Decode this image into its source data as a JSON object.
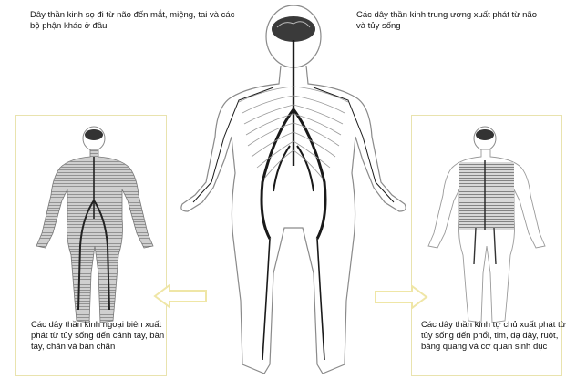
{
  "labels": {
    "cranial": "Dây thần kinh sọ đi từ não đến mắt, miệng, tai và các bộ phận khác ở đầu",
    "central": "Các dây thần kinh trung ương xuất phát từ não và tủy sống",
    "peripheral": "Các dây thần kinh ngoại biên xuất phát từ tủy sống đến cánh tay, bàn tay, chân và bàn chân",
    "autonomic": "Các dây thần kinh tự chủ xuất phát từ tủy sống đến phổi, tim, dạ dày, ruột, bàng quang và cơ quan sinh dục"
  },
  "colors": {
    "panel_border": "#e9e3ae",
    "arrow_outline": "#efe6a6",
    "nerve": "#1a1a1a",
    "outline": "#8a8a8a"
  }
}
